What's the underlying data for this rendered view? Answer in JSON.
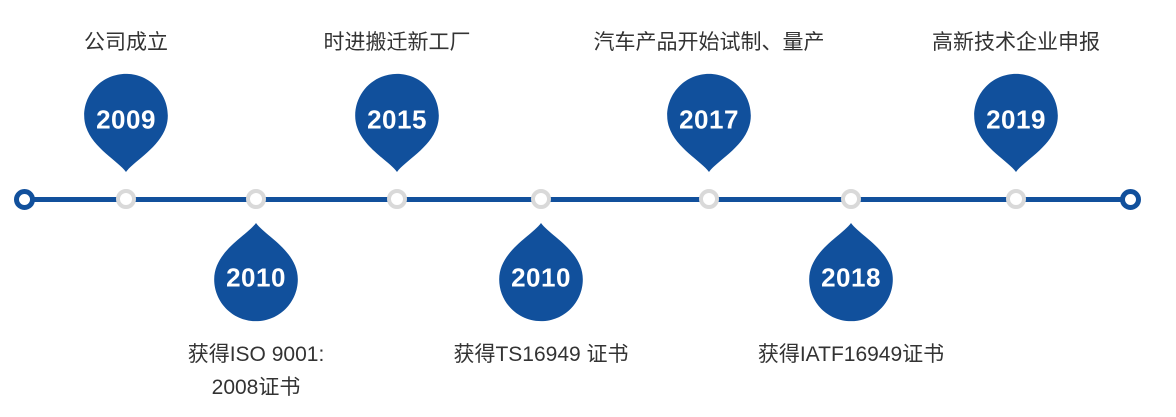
{
  "timeline": {
    "accent_color": "#11509C",
    "node_ring_color": "#D9D9D9",
    "label_color": "#333333",
    "milestones": [
      {
        "year": "2009",
        "label": "公司成立",
        "side": "top"
      },
      {
        "year": "2010",
        "label": "获得ISO 9001:",
        "label2": "2008证书",
        "side": "bottom"
      },
      {
        "year": "2015",
        "label": "时进搬迁新工厂",
        "side": "top"
      },
      {
        "year": "2010",
        "label": "获得TS16949 证书",
        "side": "bottom"
      },
      {
        "year": "2017",
        "label": "汽车产品开始试制、量产",
        "side": "top"
      },
      {
        "year": "2018",
        "label": "获得IATF16949证书",
        "side": "bottom"
      },
      {
        "year": "2019",
        "label": "高新技术企业申报",
        "side": "top"
      }
    ]
  }
}
